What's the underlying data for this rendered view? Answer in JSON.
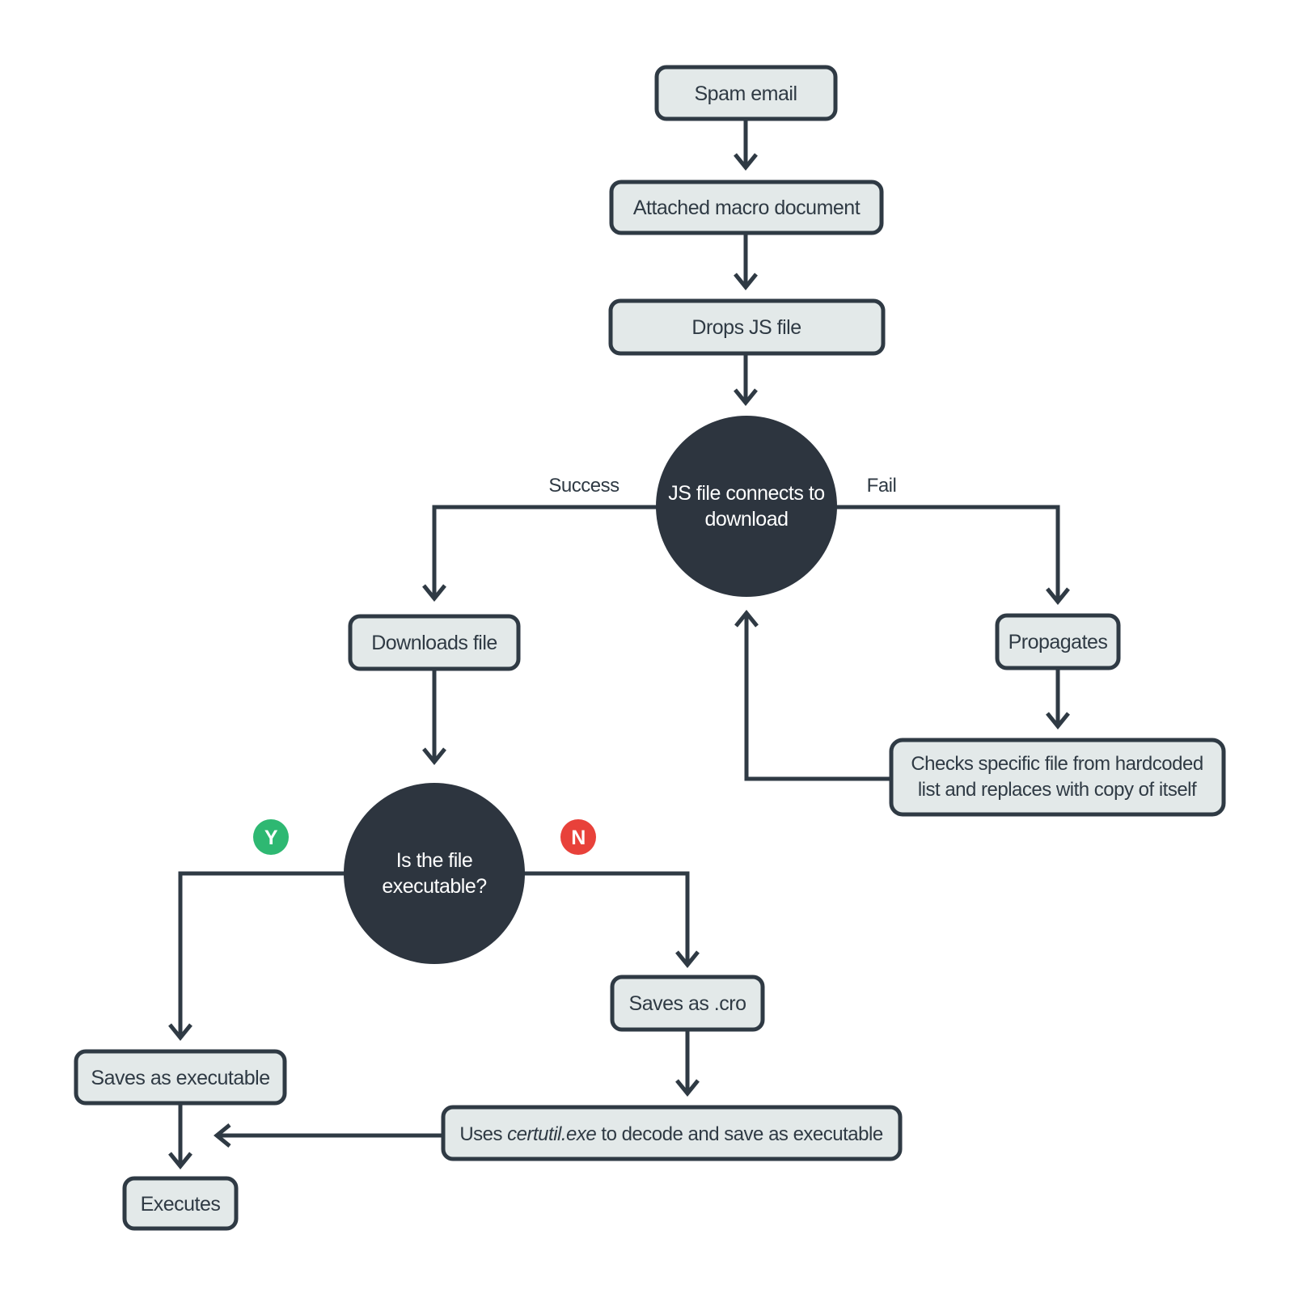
{
  "colors": {
    "ink": "#2f3a44",
    "box": "#e3e9e9",
    "circle": "#2d353f",
    "green": "#2eb872",
    "red": "#e8413a",
    "background": "#ffffff"
  },
  "nodes": {
    "spam_email": {
      "label": "Spam email"
    },
    "attached_macro": {
      "label": "Attached macro document"
    },
    "drops_js": {
      "label": "Drops JS file"
    },
    "js_connects": {
      "lines": [
        "JS file connects to",
        "download"
      ]
    },
    "downloads_file": {
      "label": "Downloads file"
    },
    "propagates": {
      "label": "Propagates"
    },
    "checks_file": {
      "lines": [
        "Checks specific file from hardcoded",
        "list and replaces with copy of itself"
      ]
    },
    "is_executable": {
      "lines": [
        "Is the file",
        "executable?"
      ]
    },
    "saves_executable": {
      "label": "Saves as executable"
    },
    "executes": {
      "label": "Executes"
    },
    "saves_cro": {
      "label": "Saves as .cro"
    },
    "certutil": {
      "prefix": "Uses ",
      "italic": "certutil.exe",
      "suffix": " to decode and save as executable"
    }
  },
  "edge_labels": {
    "success": "Success",
    "fail": "Fail",
    "yes": "Y",
    "no": "N"
  }
}
